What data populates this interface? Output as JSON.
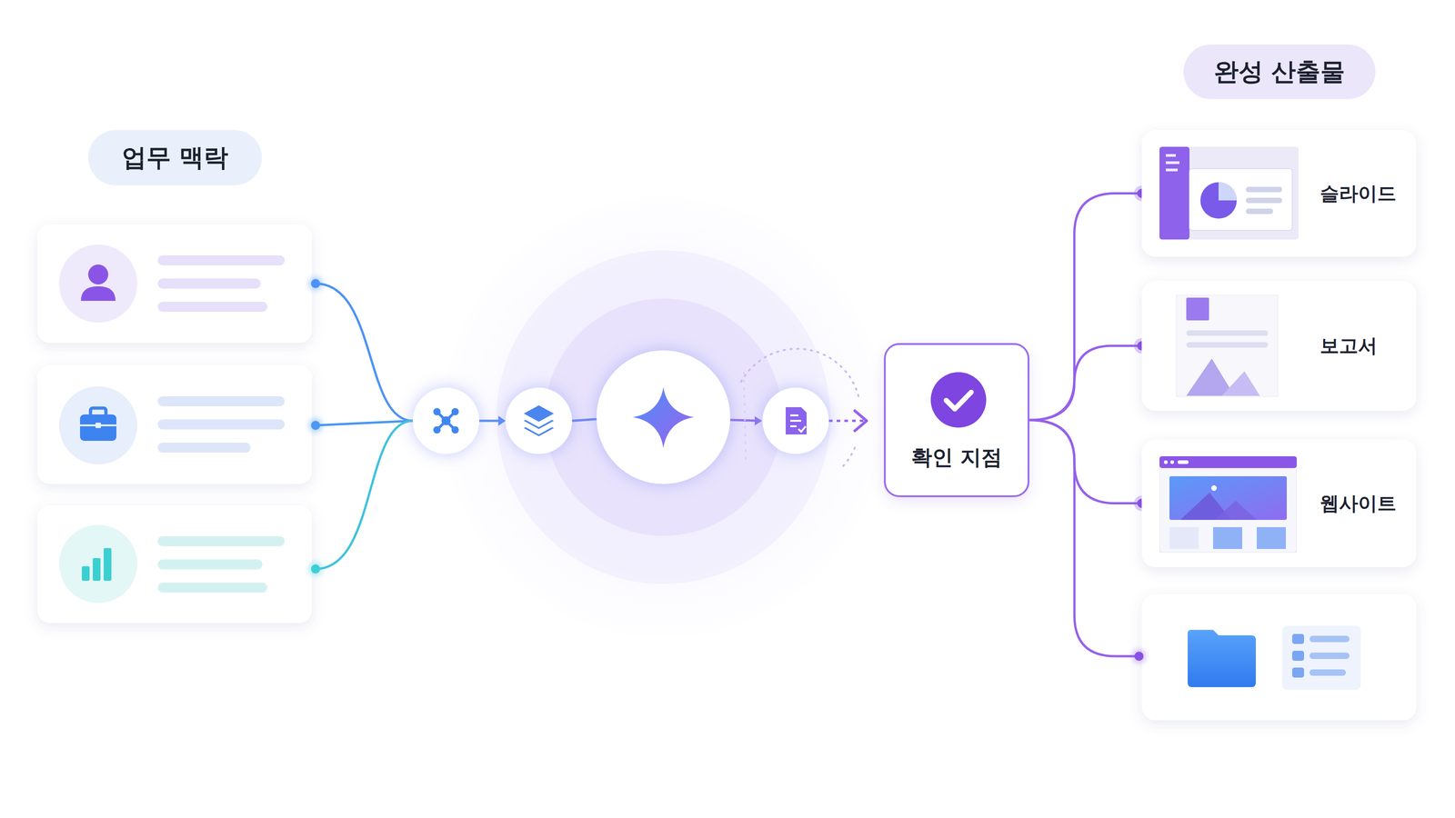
{
  "diagram": {
    "nodes": [
      {
        "text": [
          "업무 맥락"
        ]
      },
      {
        "text": [
          "확인 지점"
        ]
      },
      {
        "text": [
          "완성 산출물"
        ]
      },
      {
        "text": [
          "슬라이드"
        ]
      },
      {
        "text": [
          "보고서"
        ]
      },
      {
        "text": [
          "웹사이트"
        ]
      }
    ],
    "edges": [
      {
        "from": 1,
        "to": 3,
        "arrow": "none"
      },
      {
        "from": 1,
        "to": 4,
        "arrow": "none"
      },
      {
        "from": 1,
        "to": 5,
        "arrow": "none"
      }
    ]
  }
}
